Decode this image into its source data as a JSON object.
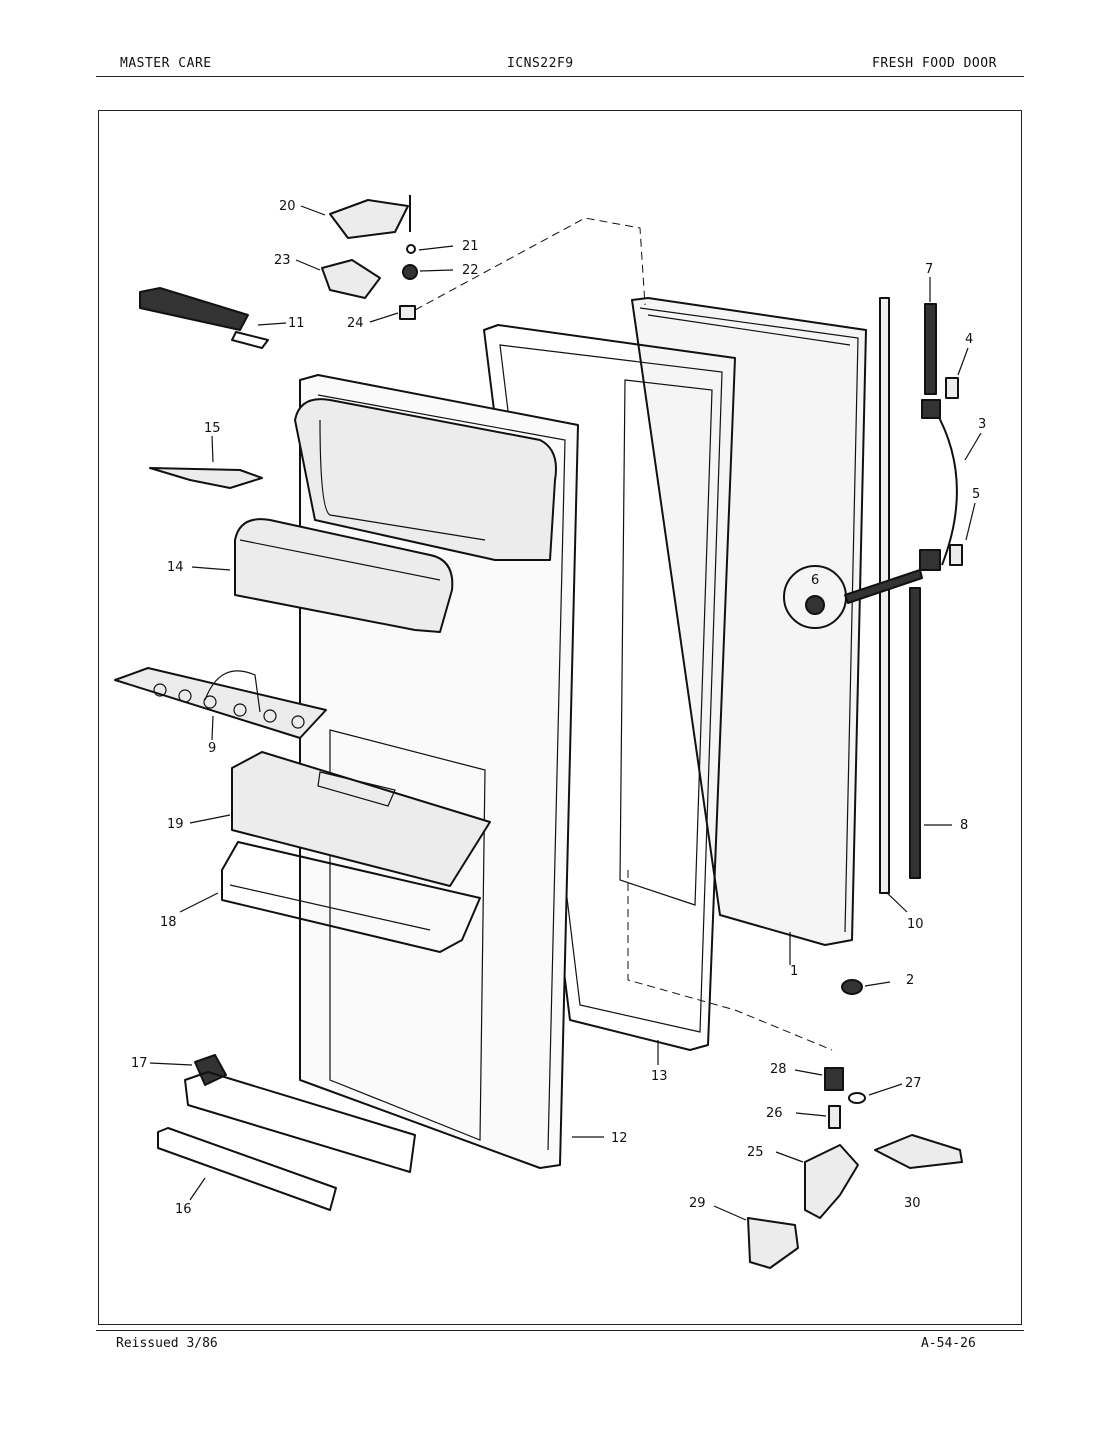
{
  "header": {
    "left": "MASTER CARE",
    "center": "ICNS22F9",
    "right": "FRESH FOOD DOOR"
  },
  "footer": {
    "left": "Reissued 3/86",
    "right": "A-54-26"
  },
  "callouts": [
    "1",
    "2",
    "3",
    "4",
    "5",
    "6",
    "7",
    "8",
    "9",
    "10",
    "11",
    "12",
    "13",
    "14",
    "15",
    "16",
    "17",
    "18",
    "19",
    "20",
    "21",
    "22",
    "23",
    "24",
    "25",
    "26",
    "27",
    "28",
    "29",
    "30"
  ]
}
